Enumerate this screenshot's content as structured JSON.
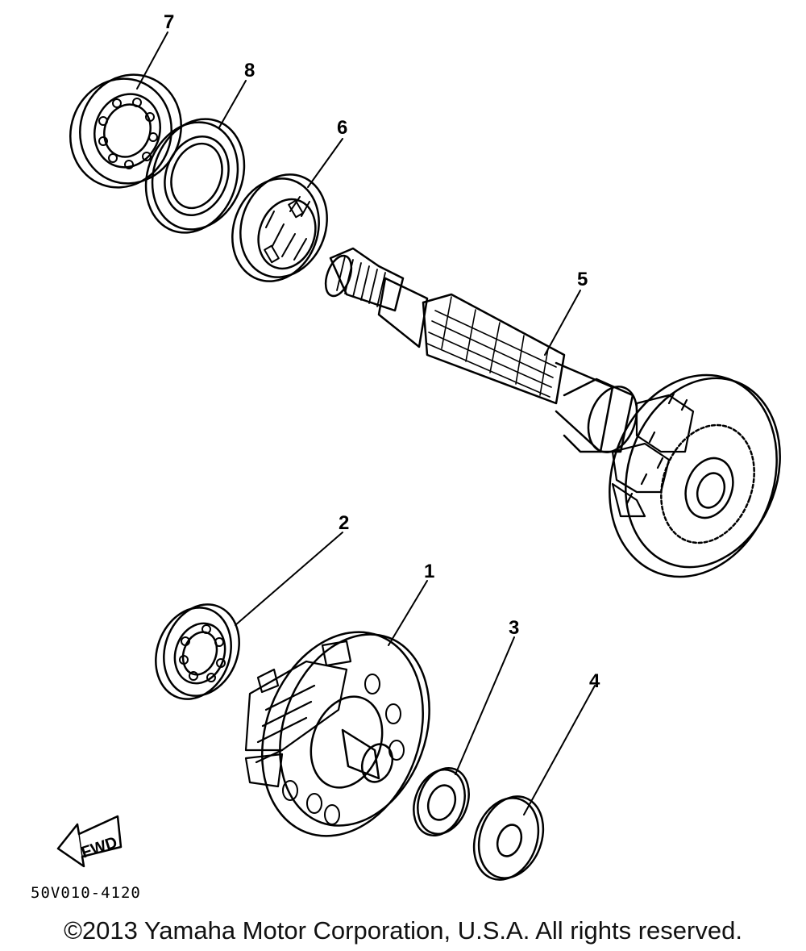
{
  "callouts": [
    {
      "id": "1",
      "label": "1"
    },
    {
      "id": "2",
      "label": "2"
    },
    {
      "id": "3",
      "label": "3"
    },
    {
      "id": "4",
      "label": "4"
    },
    {
      "id": "5",
      "label": "5"
    },
    {
      "id": "6",
      "label": "6"
    },
    {
      "id": "7",
      "label": "7"
    },
    {
      "id": "8",
      "label": "8"
    }
  ],
  "fwd_label": "FWD",
  "part_code": "50V010-4120",
  "copyright": "©2013 Yamaha Motor Corporation, U.S.A. All rights reserved."
}
